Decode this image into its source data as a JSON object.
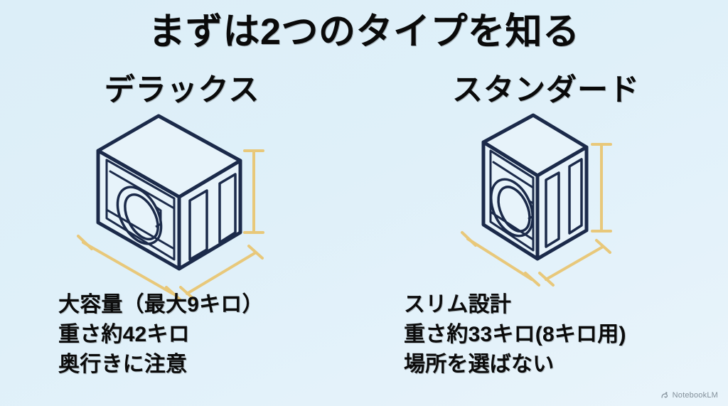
{
  "slide": {
    "title": "まずは2つのタイプを知る",
    "background_color": "#dff0f8",
    "line_color": "#1b2a4a",
    "dimension_color": "#e8c87a",
    "text_color": "#0a0a0a"
  },
  "columns": {
    "left": {
      "heading": "デラックス",
      "illustration_name": "deluxe-washing-machine-isometric",
      "captions": [
        "大容量（最大9キロ）",
        "重さ約42キロ",
        "奥行きに注意"
      ]
    },
    "right": {
      "heading": "スタンダード",
      "illustration_name": "standard-washing-machine-isometric",
      "captions": [
        "スリム設計",
        "重さ約33キロ(8キロ用)",
        "場所を選ばない"
      ]
    }
  },
  "watermark": {
    "label": "NotebookLM",
    "icon": "notebooklm-icon"
  }
}
